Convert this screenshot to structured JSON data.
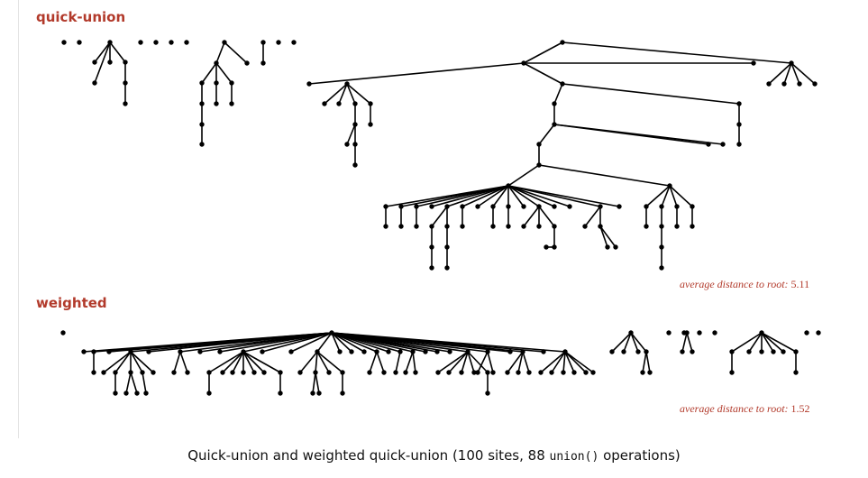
{
  "sections": {
    "quick_union": {
      "label": "quick-union",
      "avg_label": "average distance to root:",
      "avg_value": "5.11"
    },
    "weighted": {
      "label": "weighted",
      "avg_label": "average distance to root:",
      "avg_value": "1.52"
    }
  },
  "caption": {
    "prefix": "Quick-union and weighted quick-union (100 sites, 88 ",
    "code": "union()",
    "suffix": " operations)"
  },
  "colors": {
    "accent": "#b23a2b",
    "ink": "#000000"
  }
}
